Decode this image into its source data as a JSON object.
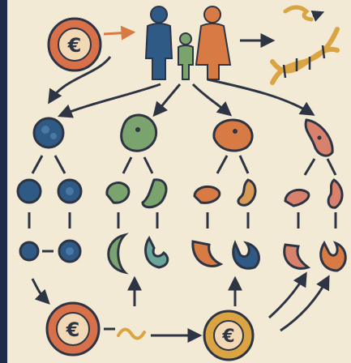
{
  "diagram": {
    "symbols": {
      "coin": "€",
      "dna": "dna-helix-icon",
      "family": "family-icon"
    },
    "colors": {
      "background": "#f3ead6",
      "left_border": "#1e2b4a",
      "outline": "#2d3444",
      "blue": "#2f5a86",
      "green": "#7aa36e",
      "orange": "#d77a43",
      "tan": "#d99a55",
      "pink": "#d8816c",
      "coin_fill": "#d8704a",
      "coin_ring": "#f2d8b4",
      "gold": "#d9a441",
      "teal": "#6aa59a"
    },
    "columns": [
      {
        "id": "blue",
        "creature": "cell-cluster",
        "stages": [
          "sphere",
          "sphere",
          "small-sphere"
        ]
      },
      {
        "id": "green",
        "creature": "frog-embryo",
        "stages": [
          "fish-larva",
          "leaf-larva",
          "crescent"
        ]
      },
      {
        "id": "orange",
        "creature": "dog-embryo",
        "stages": [
          "curled-embryo",
          "s-embryo",
          "curl"
        ]
      },
      {
        "id": "pink",
        "creature": "fish-embryo",
        "stages": [
          "tadpole",
          "hooked-embryo",
          "curl"
        ]
      }
    ]
  }
}
